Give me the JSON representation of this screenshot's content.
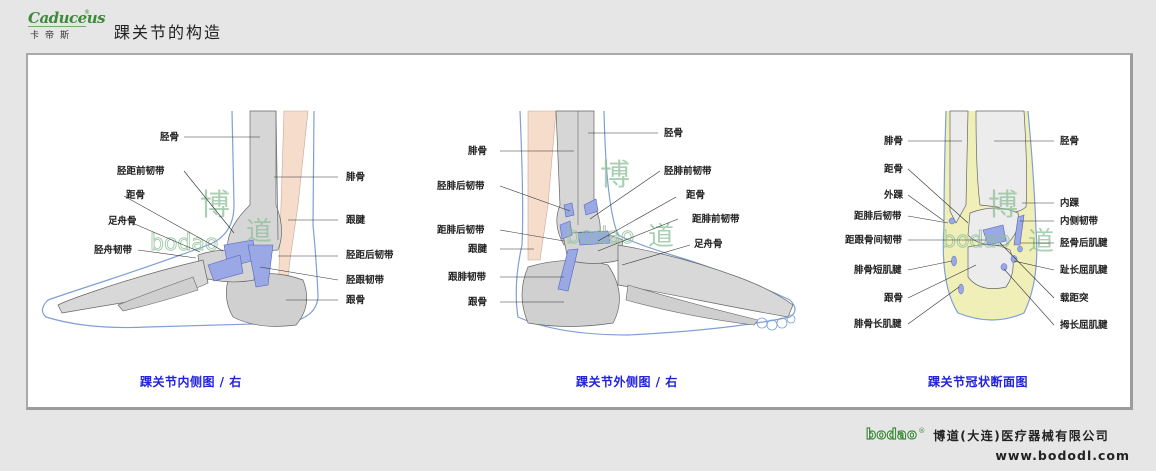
{
  "header": {
    "logo": {
      "script": "Caduceus",
      "registered": "®",
      "chinese": "卡帝斯"
    },
    "title": "踝关节的构造"
  },
  "figures": [
    {
      "id": "medial",
      "caption": "踝关节内侧图 / 右",
      "labels": {
        "tibia": "胫骨",
        "anterior_tibiotalar_lig": "胫距前韧带",
        "talus": "距骨",
        "navicular": "足舟骨",
        "tibionavicular_lig": "胫舟韧带",
        "fibula": "腓骨",
        "achilles": "跟腱",
        "posterior_tibiotalar_lig": "胫距后韧带",
        "tibiocalcaneal_lig": "胫跟韧带",
        "calcaneus": "跟骨"
      }
    },
    {
      "id": "lateral",
      "caption": "踝关节外侧图 / 右",
      "labels": {
        "fibula": "腓骨",
        "posterior_tibiofibular_lig": "胫腓后韧带",
        "posterior_talofibular_lig": "距腓后韧带",
        "achilles": "跟腱",
        "calcaneofibular_lig": "跟腓韧带",
        "calcaneus": "跟骨",
        "tibia": "胫骨",
        "anterior_tibiofibular_lig": "胫腓前韧带",
        "talus": "距骨",
        "anterior_talofibular_lig": "距腓前韧带",
        "navicular": "足舟骨"
      }
    },
    {
      "id": "coronal",
      "caption": "踝关节冠状断面图",
      "labels": {
        "fibula": "腓骨",
        "talus": "距骨",
        "lateral_malleolus": "外踝",
        "posterior_talofibular_lig": "距腓后韧带",
        "interosseous_talocalcaneal_lig": "距跟骨间韧带",
        "peroneus_brevis_tendon": "腓骨短肌腱",
        "calcaneus": "跟骨",
        "peroneus_longus_tendon": "腓骨长肌腱",
        "tibia": "胫骨",
        "medial_malleolus": "内踝",
        "medial_lig": "内侧韧带",
        "tibialis_posterior_tendon": "胫骨后肌腱",
        "fdl_tendon": "趾长屈肌腱",
        "sustentaculum_tali": "载距突",
        "fhl_tendon": "拇长屈肌腱"
      }
    }
  ],
  "watermark": {
    "chars": [
      "博",
      "道"
    ],
    "word": "bodao"
  },
  "footer": {
    "brand": "bodao",
    "registered": "®",
    "company": "博道(大连)医疗器械有限公司",
    "url": "www.bododl.com"
  },
  "colors": {
    "background": "#e6e6e6",
    "panel": "#ffffff",
    "caption": "#2222dd",
    "brand_green": "#3f8a3a",
    "skin_outline": "#7f9fd6",
    "bone": "#d4d4d4",
    "ligament": "#9aa8e6",
    "tendon": "#f6dccb",
    "fat": "#f0efb8",
    "watermark": "#8fbf9a"
  }
}
